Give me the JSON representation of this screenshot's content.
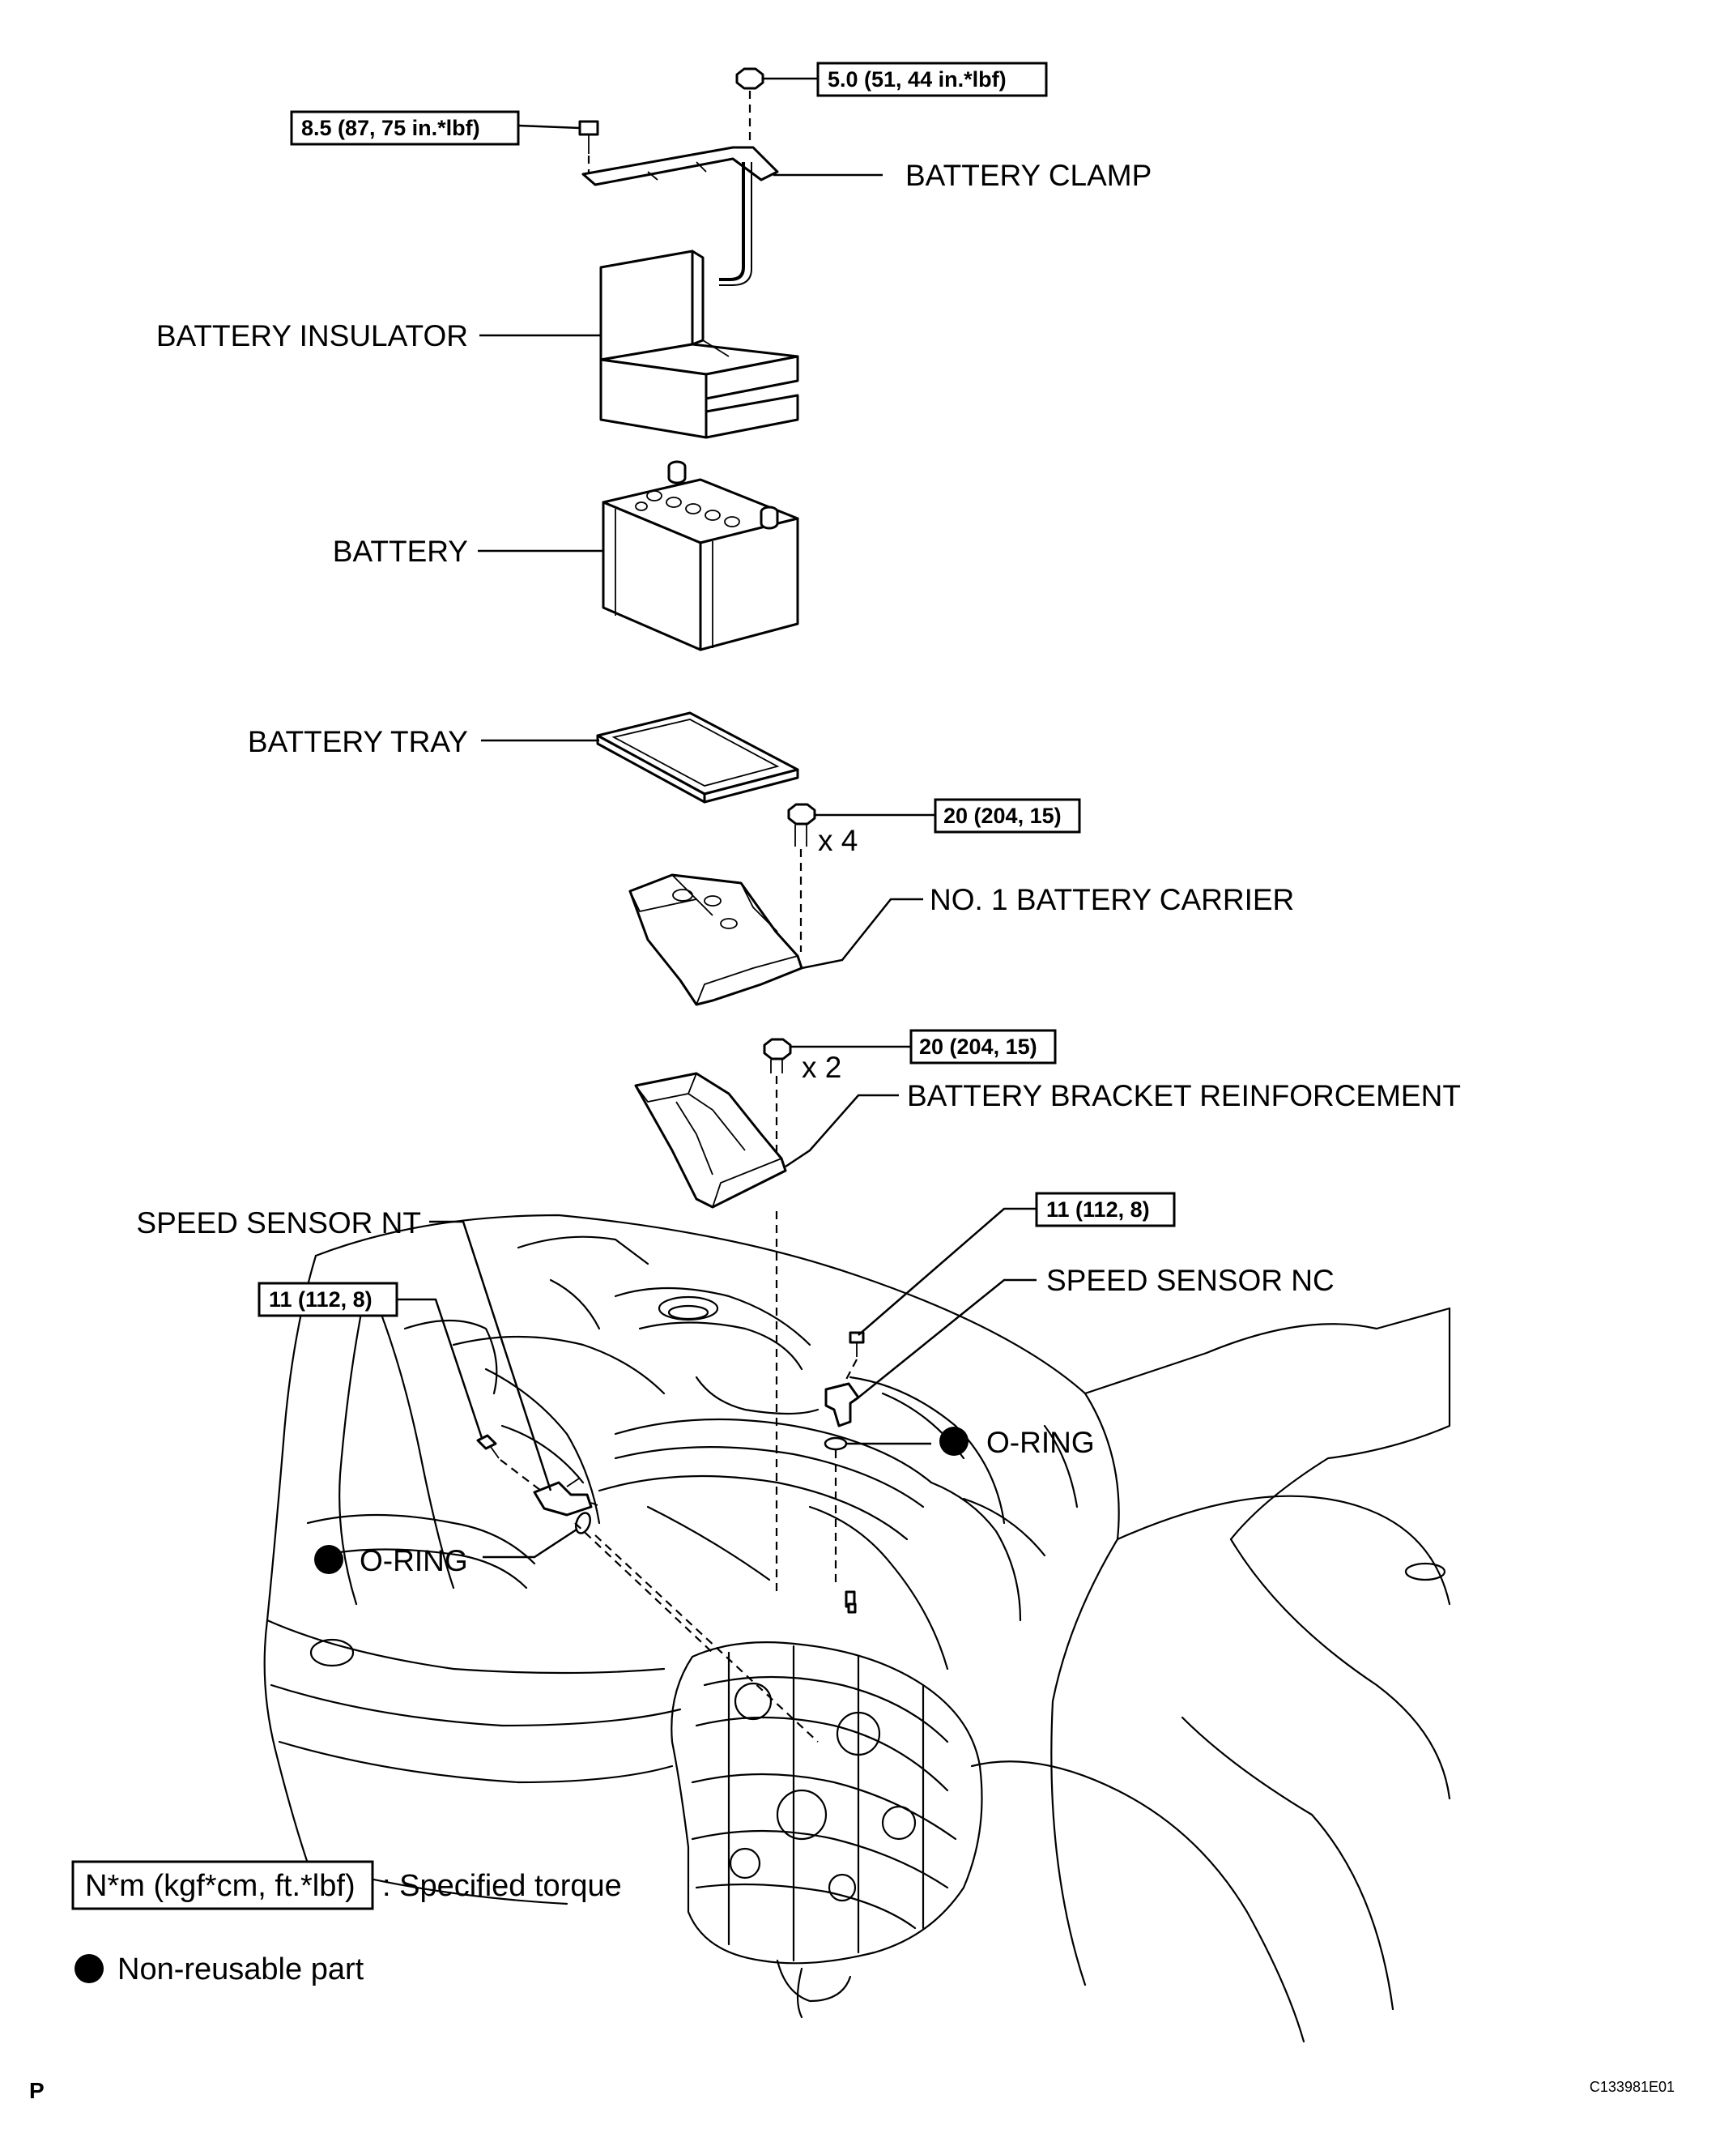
{
  "labels": {
    "battery_clamp": "BATTERY CLAMP",
    "battery_insulator": "BATTERY INSULATOR",
    "battery": "BATTERY",
    "battery_tray": "BATTERY TRAY",
    "no1_battery_carrier": "NO. 1 BATTERY CARRIER",
    "battery_bracket_reinforcement": "BATTERY BRACKET REINFORCEMENT",
    "speed_sensor_nt": "SPEED SENSOR NT",
    "speed_sensor_nc": "SPEED SENSOR NC",
    "o_ring_right": "O-RING",
    "o_ring_left": "O-RING"
  },
  "torques": {
    "clamp_nut": "5.0 (51, 44 in.*lbf)",
    "clamp_bolt": "8.5 (87, 75 in.*lbf)",
    "carrier_bolts": "20 (204, 15)",
    "reinforcement_bolts": "20 (204, 15)",
    "nc_bolt": "11 (112, 8)",
    "nt_bolt": "11 (112, 8)"
  },
  "quantities": {
    "carrier_bolts": "x 4",
    "reinforcement_bolts": "x 2"
  },
  "legend": {
    "torque_box": "N*m (kgf*cm, ft.*lbf)",
    "torque_desc": ": Specified torque",
    "non_reusable": "Non-reusable part"
  },
  "corner": {
    "letter": "P",
    "code": "C133981E01"
  }
}
